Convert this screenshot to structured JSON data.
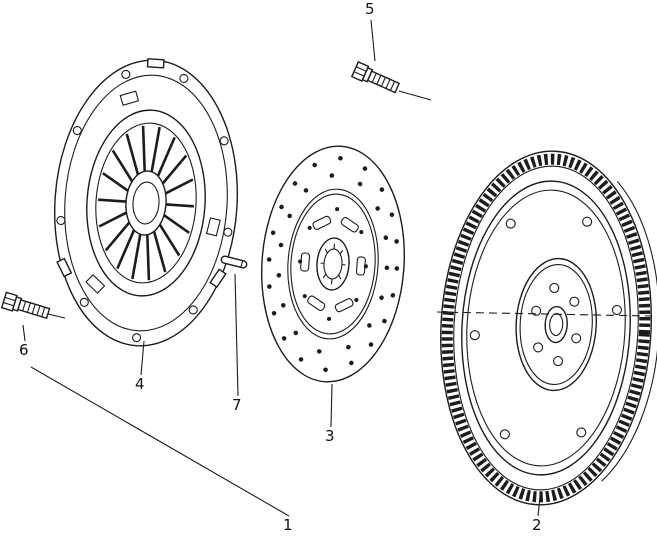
{
  "figure": {
    "background_color": "#ffffff",
    "line_color": "#1c1c1c",
    "callouts": [
      {
        "number": "1"
      },
      {
        "number": "2"
      },
      {
        "number": "3"
      },
      {
        "number": "4"
      },
      {
        "number": "5"
      },
      {
        "number": "6"
      },
      {
        "number": "7"
      }
    ]
  }
}
